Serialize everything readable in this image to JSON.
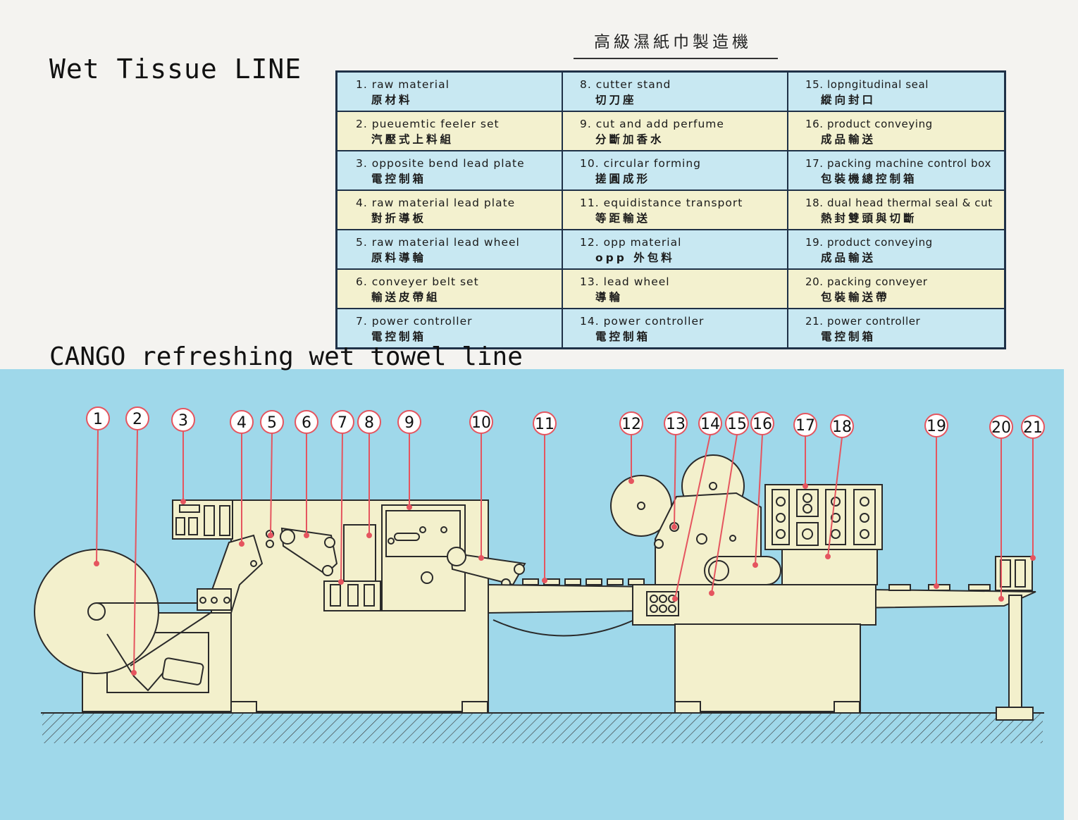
{
  "header": {
    "title_en": "Wet Tissue LINE",
    "title_cn": "高級濕紙巾製造機",
    "subtitle": "CANGO refreshing wet towel line"
  },
  "legend": [
    {
      "num": "1.",
      "en": "raw material",
      "zh": "原材料"
    },
    {
      "num": "8.",
      "en": "cutter stand",
      "zh": "切刀座"
    },
    {
      "num": "15.",
      "en": "lopngitudinal seal",
      "zh": "縱向封口"
    },
    {
      "num": "2.",
      "en": "pueuemtic feeler set",
      "zh": "汽壓式上料組"
    },
    {
      "num": "9.",
      "en": "cut and add perfume",
      "zh": "分斷加香水"
    },
    {
      "num": "16.",
      "en": "product conveying",
      "zh": "成品輸送"
    },
    {
      "num": "3.",
      "en": "opposite bend lead plate",
      "zh": "電控制箱"
    },
    {
      "num": "10.",
      "en": "circular forming",
      "zh": "搓圓成形"
    },
    {
      "num": "17.",
      "en": "packing machine control box",
      "zh": "包裝機總控制箱"
    },
    {
      "num": "4.",
      "en": "raw material lead plate",
      "zh": "對折導板"
    },
    {
      "num": "11.",
      "en": "equidistance transport",
      "zh": "等距輸送"
    },
    {
      "num": "18.",
      "en": "dual head thermal seal & cut",
      "zh": "熱封雙頭與切斷"
    },
    {
      "num": "5.",
      "en": "raw material lead wheel",
      "zh": "原料導輪"
    },
    {
      "num": "12.",
      "en": "opp material",
      "zh": "opp 外包料"
    },
    {
      "num": "19.",
      "en": "product conveying",
      "zh": "成品輸送"
    },
    {
      "num": "6.",
      "en": "conveyer belt set",
      "zh": "輸送皮帶組"
    },
    {
      "num": "13.",
      "en": "lead wheel",
      "zh": "導輪"
    },
    {
      "num": "20.",
      "en": "packing conveyer",
      "zh": "包裝輸送帶"
    },
    {
      "num": "7.",
      "en": "power controller",
      "zh": "電控制箱"
    },
    {
      "num": "14.",
      "en": "power controller",
      "zh": "電控制箱"
    },
    {
      "num": "21.",
      "en": "power controller",
      "zh": "電控制箱"
    }
  ],
  "callouts": [
    "1",
    "2",
    "3",
    "4",
    "5",
    "6",
    "7",
    "8",
    "9",
    "10",
    "11",
    "12",
    "13",
    "14",
    "15",
    "16",
    "17",
    "18",
    "19",
    "20",
    "21"
  ],
  "colors": {
    "diagram_bg": "#9fd8ea",
    "machine_fill": "#f3f0cc",
    "legend_blue": "#c8e8f2",
    "legend_cream": "#f3f1cf",
    "leader": "#e5555f",
    "outline": "#2a2a2a"
  }
}
